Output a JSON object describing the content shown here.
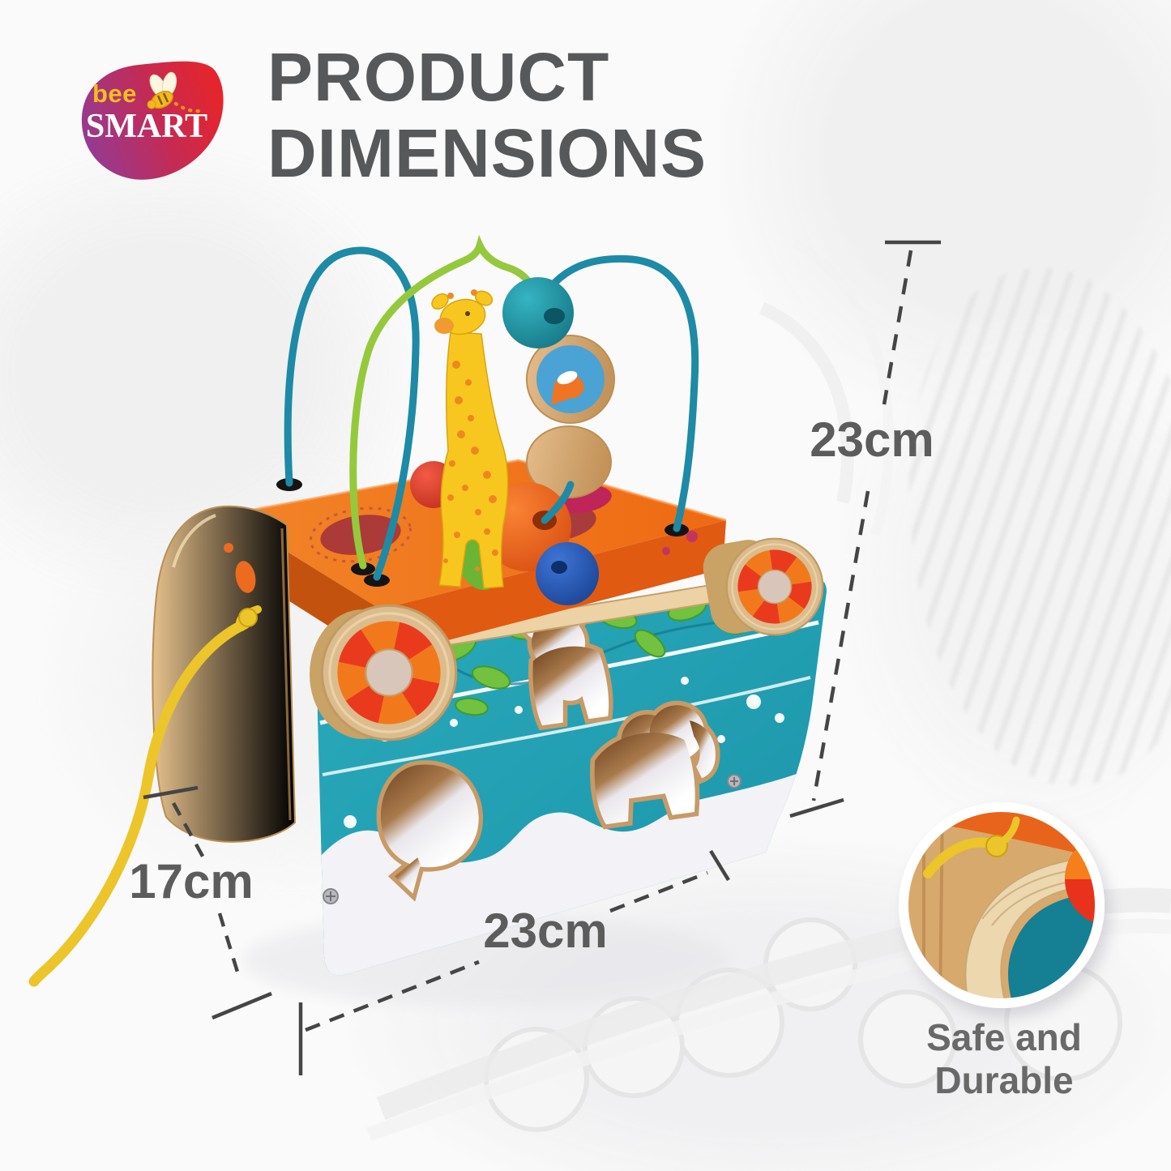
{
  "brand": {
    "name_top": "bee",
    "name_bottom": "SMART"
  },
  "title": {
    "line1": "PRODUCT",
    "line2": "DIMENSIONS"
  },
  "dimensions": {
    "height_label": "23cm",
    "width_label": "23cm",
    "depth_label": "17cm"
  },
  "inset": {
    "caption_line1": "Safe and",
    "caption_line2": "Durable"
  },
  "colors": {
    "title_text": "#57585a",
    "dimension_text": "#5c5c5c",
    "dimension_lines": "#454545",
    "caption_text": "#696969",
    "logo_blob_left": "#953a92",
    "logo_blob_right": "#e6252a",
    "logo_bee_text": "#f2c01e",
    "logo_smart_text": "#ffffff",
    "tray_orange": "#ef6d17",
    "panel_teal": "#21a0b4",
    "wood": "#d9b47e",
    "wheel_red": "#e93a1e",
    "wheel_orange": "#f2791b",
    "rope_yellow": "#ecc52a",
    "wire_teal": "#1d8aa6",
    "wire_green": "#95c93c",
    "giraffe_yellow": "#f7c71f",
    "leaf_green": "#72c13f"
  }
}
